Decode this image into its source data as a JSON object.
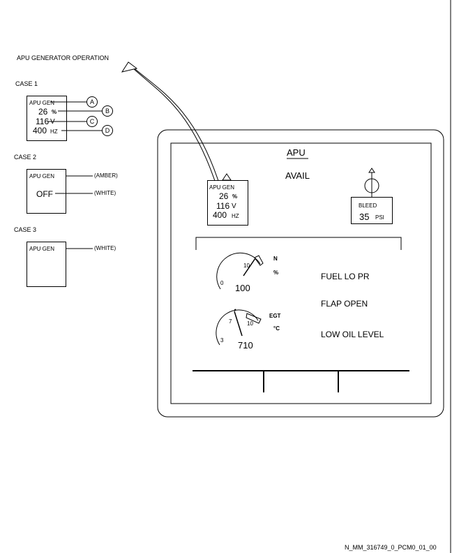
{
  "title": "APU GENERATOR OPERATION",
  "cases": {
    "case1": {
      "label": "CASE 1",
      "gen_label": "APU GEN",
      "load": "26",
      "load_unit": "%",
      "voltage": "116",
      "voltage_unit": "V",
      "frequency": "400",
      "frequency_unit": "HZ",
      "callouts": [
        "A",
        "B",
        "C",
        "D"
      ]
    },
    "case2": {
      "label": "CASE 2",
      "gen_label": "APU GEN",
      "status": "OFF",
      "gen_label_color_note": "(AMBER)",
      "status_color_note": "(WHITE)"
    },
    "case3": {
      "label": "CASE 3",
      "gen_label": "APU GEN",
      "gen_label_color_note": "(WHITE)"
    }
  },
  "apu_page": {
    "title": "APU",
    "avail": "AVAIL",
    "generator": {
      "label": "APU GEN",
      "load": "26",
      "load_unit": "%",
      "voltage": "116",
      "voltage_unit": "V",
      "frequency": "400",
      "frequency_unit": "HZ"
    },
    "bleed": {
      "label": "BLEED",
      "pressure": "35",
      "pressure_unit": "PSI"
    },
    "n_gauge": {
      "label": "N",
      "unit": "%",
      "tick_min": "0",
      "tick_max": "10",
      "value": "100"
    },
    "egt_gauge": {
      "label": "EGT",
      "unit": "°C",
      "tick_low": "3",
      "tick_mid": "7",
      "tick_high": "10",
      "value": "710"
    },
    "messages": [
      "FUEL LO PR",
      "FLAP OPEN",
      "LOW OIL LEVEL"
    ]
  },
  "reference": "N_MM_316749_0_PCM0_01_00"
}
